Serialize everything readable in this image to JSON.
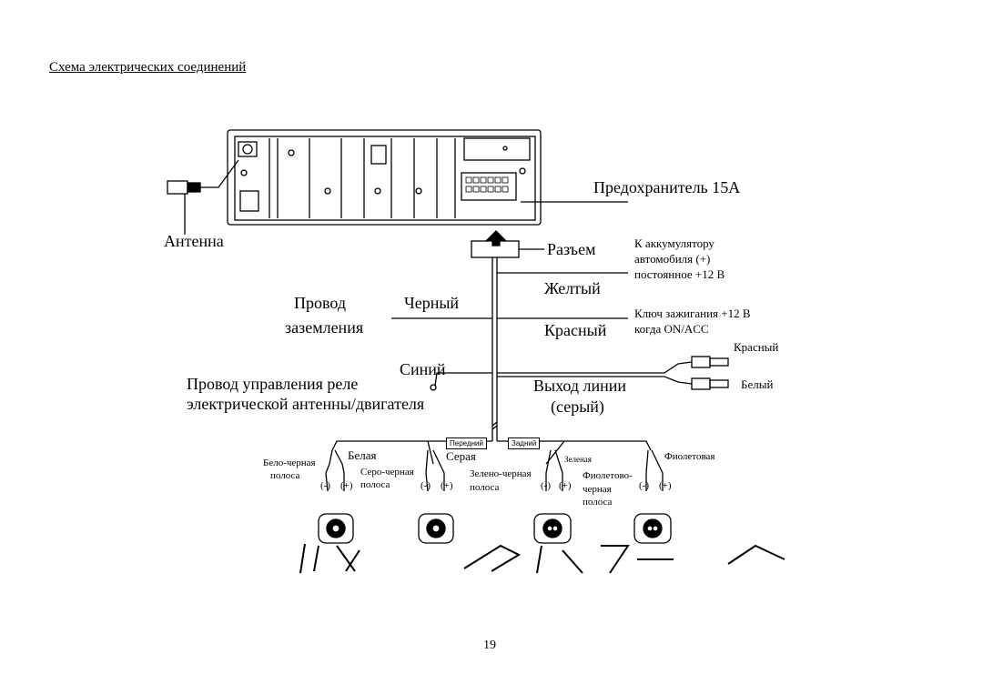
{
  "title": "Схема электрических соединений",
  "labels": {
    "antenna": "Антенна",
    "fuse": "Предохранитель 15A",
    "connector": "Разъем",
    "battery_1": "К аккумулятору",
    "battery_2": "автомобиля (+)",
    "battery_3": "постоянное +12 В",
    "yellow": "Желтый",
    "black": "Черный",
    "ground_1": "Провод",
    "ground_2": "заземления",
    "red_wire": "Красный",
    "ignition_1": "Ключ зажигания +12 В",
    "ignition_2": "когда ON/ACC",
    "rca_red": "Красный",
    "rca_white": "Белый",
    "blue": "Синий",
    "relay_1": "Провод управления реле",
    "relay_2": "электрической антенны/двигателя",
    "line_out_1": "Выход линии",
    "line_out_2": "(серый)"
  },
  "speakers": {
    "front_tag": "Передний",
    "rear_tag": "Задний",
    "s1_neg": "Бело-черная",
    "s1_neg_2": "полоса",
    "s1_pos": "Белая",
    "s2_neg": "Серо-черная",
    "s2_neg_2": "полоса",
    "s2_pos": "Серая",
    "s3_neg": "Зелено-черная",
    "s3_neg_2": "полоса",
    "s3_pos": "Зеленая",
    "s4_neg": "Фиолетово-",
    "s4_neg_2": "черная",
    "s4_neg_3": "полоса",
    "s4_pos": "Фиолетовая",
    "minus": "(-)",
    "plus": "(+)"
  },
  "page_number": "19"
}
